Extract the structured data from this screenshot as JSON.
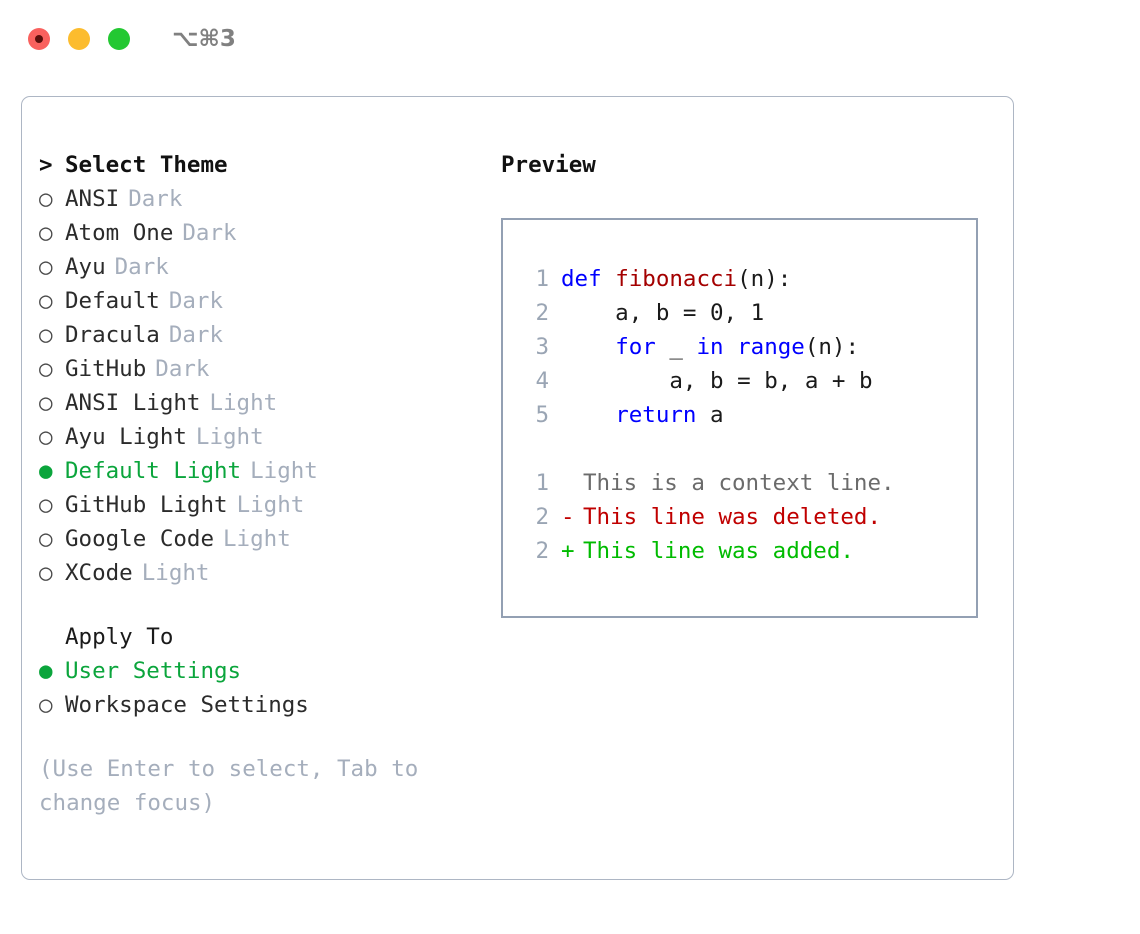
{
  "window": {
    "title": "⌥⌘3",
    "traffic_lights": [
      {
        "name": "close",
        "color": "#f9615e"
      },
      {
        "name": "minimize",
        "color": "#fcbc2e"
      },
      {
        "name": "maximize",
        "color": "#23c832"
      }
    ]
  },
  "theme_picker": {
    "heading_marker": ">",
    "heading": "Select Theme",
    "selected_color": "#0ba53c",
    "tag_color": "#a5aebc",
    "items": [
      {
        "marker": "○",
        "label": "ANSI",
        "tag": "Dark",
        "selected": false
      },
      {
        "marker": "○",
        "label": "Atom One",
        "tag": "Dark",
        "selected": false
      },
      {
        "marker": "○",
        "label": "Ayu",
        "tag": "Dark",
        "selected": false
      },
      {
        "marker": "○",
        "label": "Default",
        "tag": "Dark",
        "selected": false
      },
      {
        "marker": "○",
        "label": "Dracula",
        "tag": "Dark",
        "selected": false
      },
      {
        "marker": "○",
        "label": "GitHub",
        "tag": "Dark",
        "selected": false
      },
      {
        "marker": "○",
        "label": "ANSI Light",
        "tag": "Light",
        "selected": false
      },
      {
        "marker": "○",
        "label": "Ayu Light",
        "tag": "Light",
        "selected": false
      },
      {
        "marker": "●",
        "label": "Default Light",
        "tag": "Light",
        "selected": true
      },
      {
        "marker": "○",
        "label": "GitHub Light",
        "tag": "Light",
        "selected": false
      },
      {
        "marker": "○",
        "label": "Google Code",
        "tag": "Light",
        "selected": false
      },
      {
        "marker": "○",
        "label": "XCode",
        "tag": "Light",
        "selected": false
      }
    ]
  },
  "apply_to": {
    "heading": "Apply To",
    "items": [
      {
        "marker": "●",
        "label": "User Settings",
        "selected": true
      },
      {
        "marker": "○",
        "label": "Workspace Settings",
        "selected": false
      }
    ]
  },
  "hint": "(Use Enter to select, Tab to change focus)",
  "preview": {
    "title": "Preview",
    "border_color": "#93a0b3",
    "code": [
      {
        "no": "1",
        "tokens": [
          {
            "t": "def ",
            "c": "kw"
          },
          {
            "t": "fibonacci",
            "c": "fn"
          },
          {
            "t": "(n):",
            "c": "pln"
          }
        ]
      },
      {
        "no": "2",
        "tokens": [
          {
            "t": "    a, b = 0, 1",
            "c": "pln"
          }
        ]
      },
      {
        "no": "3",
        "tokens": [
          {
            "t": "    ",
            "c": "pln"
          },
          {
            "t": "for",
            "c": "kw"
          },
          {
            "t": " _ ",
            "c": "pln"
          },
          {
            "t": "in",
            "c": "kw"
          },
          {
            "t": " ",
            "c": "pln"
          },
          {
            "t": "range",
            "c": "kw"
          },
          {
            "t": "(n):",
            "c": "pln"
          }
        ]
      },
      {
        "no": "4",
        "tokens": [
          {
            "t": "        a, b = b, a + b",
            "c": "pln"
          }
        ]
      },
      {
        "no": "5",
        "tokens": [
          {
            "t": "    ",
            "c": "pln"
          },
          {
            "t": "return",
            "c": "kw"
          },
          {
            "t": " a",
            "c": "pln"
          }
        ]
      }
    ],
    "diff": [
      {
        "no": "1",
        "sign": " ",
        "text": "This is a context line.",
        "kind": "d-ctx"
      },
      {
        "no": "2",
        "sign": "-",
        "text": "This line was deleted.",
        "kind": "d-del"
      },
      {
        "no": "2",
        "sign": "+",
        "text": "This line was added.",
        "kind": "d-add"
      }
    ]
  }
}
